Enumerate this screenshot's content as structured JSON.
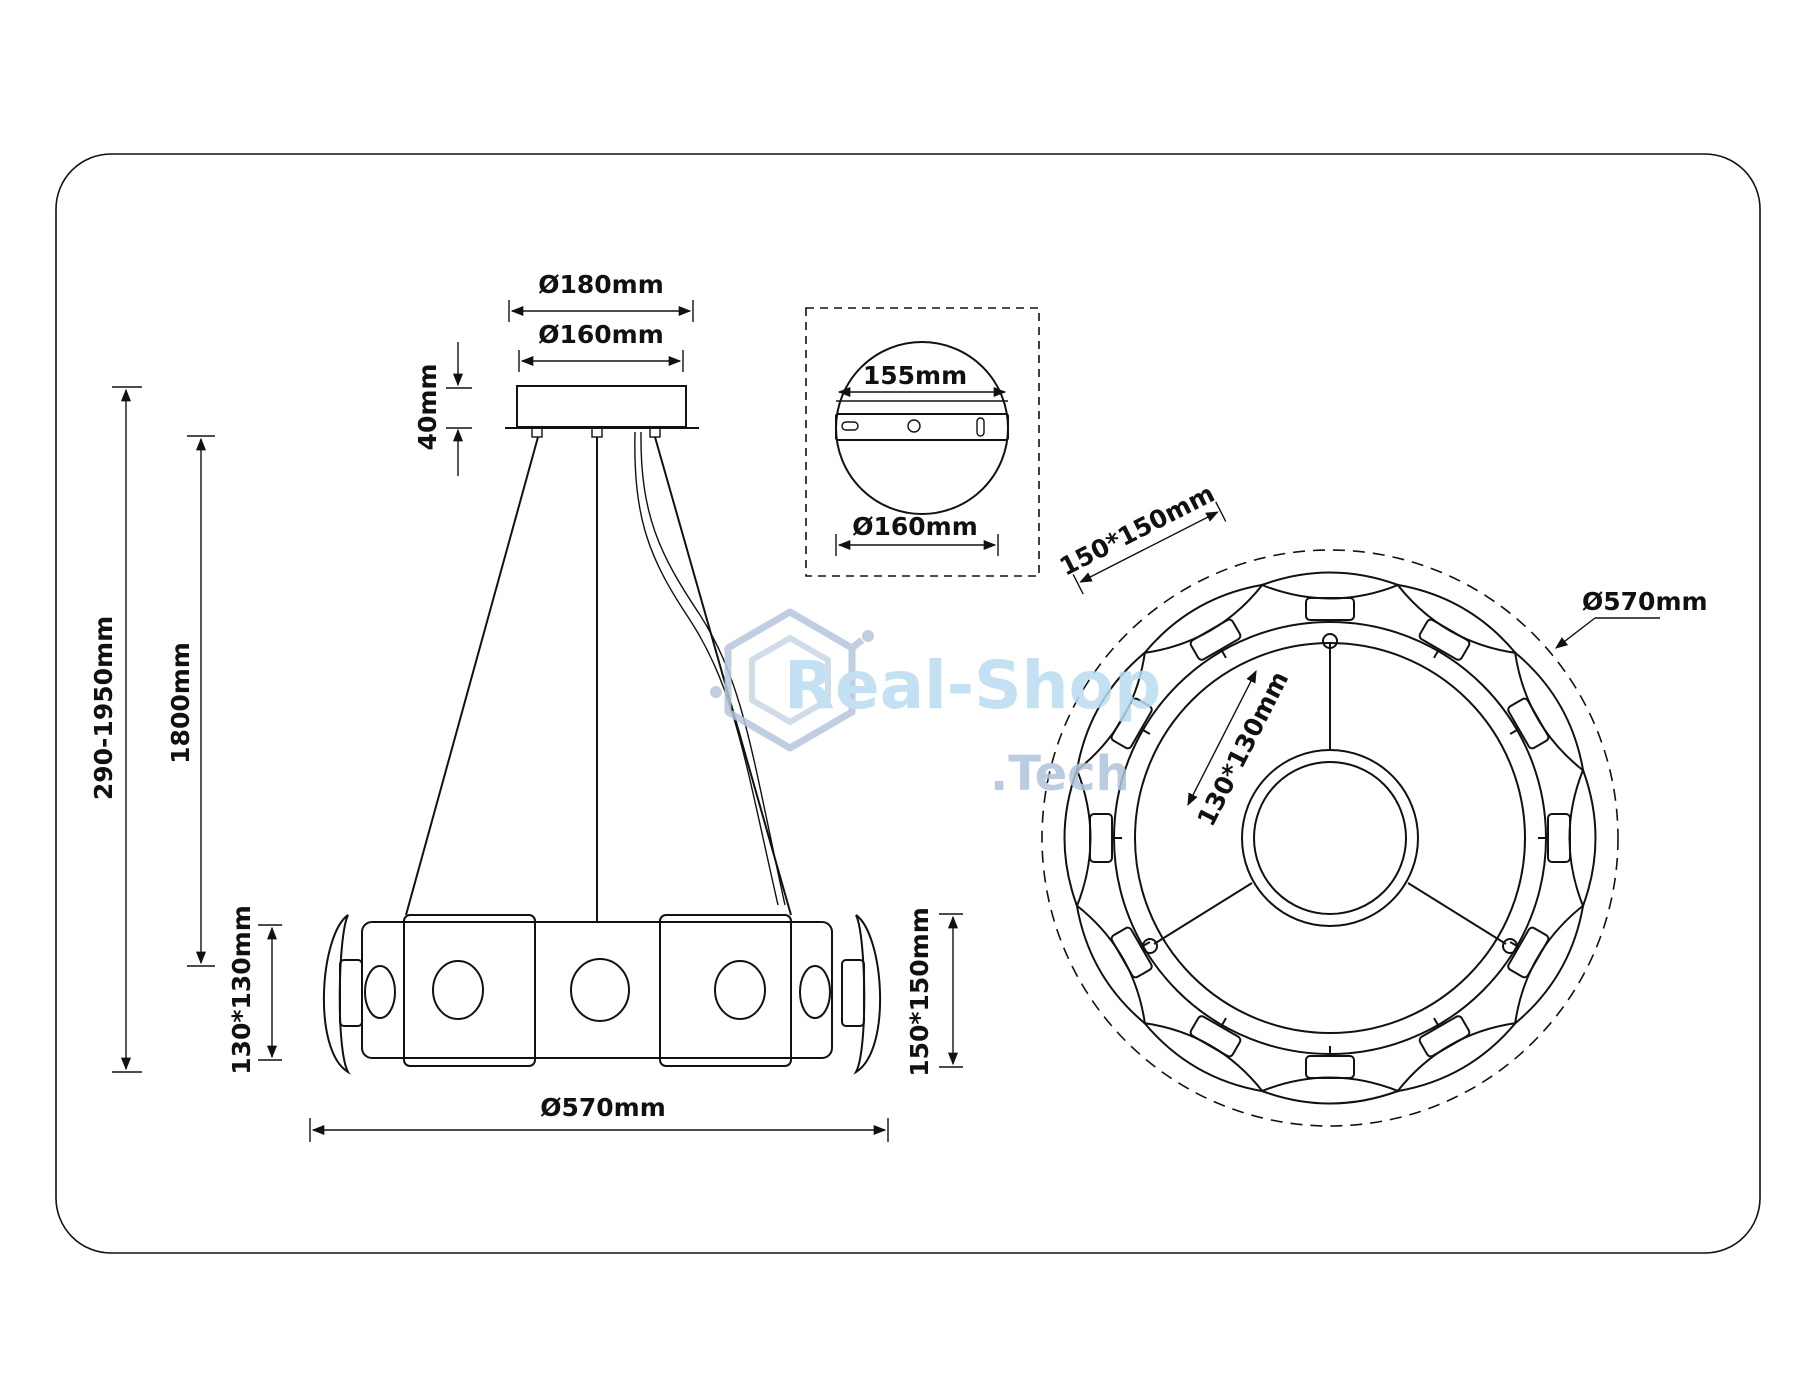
{
  "dimensions": {
    "canopy_outer": "Ø180mm",
    "canopy_inner": "Ø160mm",
    "canopy_height": "40mm",
    "total_height": "290-1950mm",
    "cable_length": "1800mm",
    "shade_left": "130*130mm",
    "shade_right": "150*150mm",
    "diameter_side": "Ø570mm",
    "bracket_width": "155mm",
    "bracket_circle": "Ø160mm",
    "top_shade_outer": "150*150mm",
    "top_diameter": "Ø570mm",
    "top_shade_inner": "130*130mm"
  },
  "watermark": {
    "brand": "Real-Shop",
    "domain": ".Tech"
  }
}
